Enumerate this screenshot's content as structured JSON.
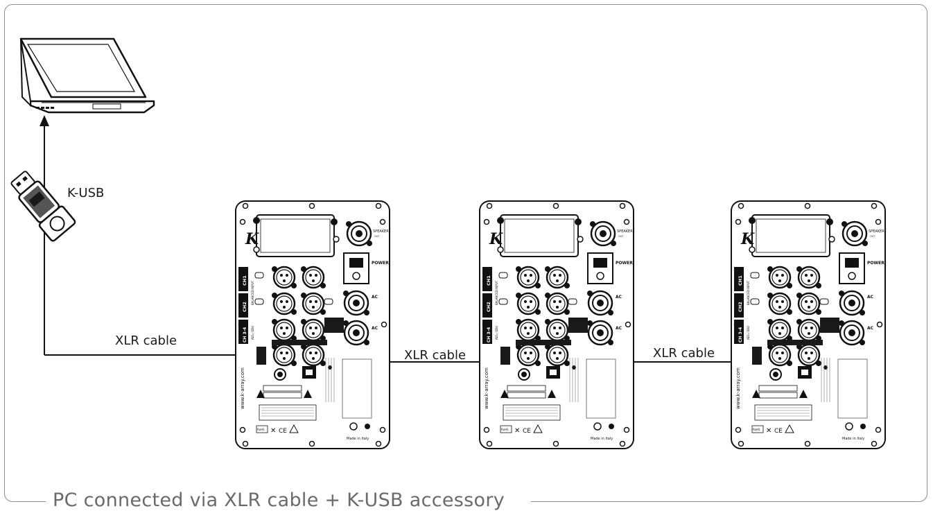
{
  "caption": "PC connected via XLR cable + K-USB accessory",
  "labels": {
    "kusb": "K-USB",
    "xlr1": "XLR cable",
    "xlr2": "XLR cable",
    "xlr3": "XLR cable"
  },
  "panel": {
    "logo": "K",
    "website": "www.k-array.com",
    "made_in": "Made in Italy",
    "speaker_out": "SPEAKER",
    "power": "POWER",
    "ac_in": "AC",
    "ch1": "CH1",
    "ch2": "CH2",
    "ch34": "CH 3-4",
    "balanced_input": "BALANCED INPUT",
    "aes_ebu": "AES / EBU",
    "rohs": "RoHS",
    "ce": "CE"
  }
}
